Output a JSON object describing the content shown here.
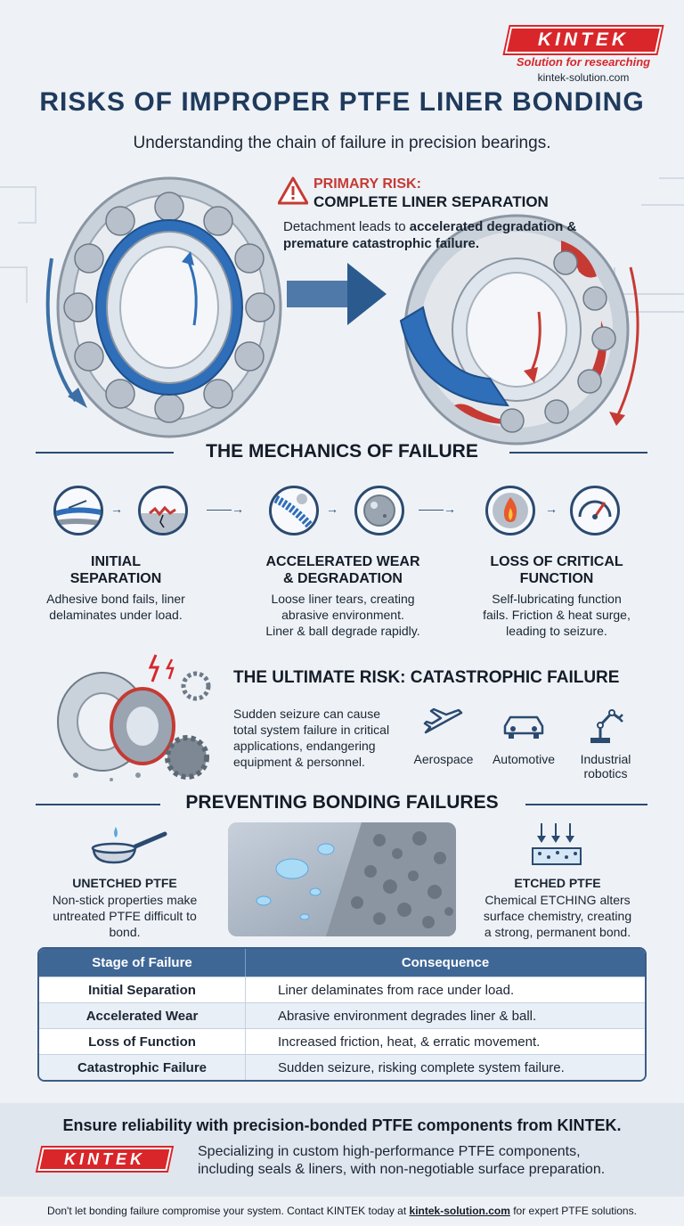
{
  "brand": {
    "logo_text": "KINTEK",
    "tagline": "Solution for researching",
    "website": "kintek-solution.com"
  },
  "header": {
    "title": "RISKS OF IMPROPER PTFE LINER BONDING",
    "subtitle": "Understanding the chain of failure in precision bearings."
  },
  "primary_risk": {
    "label": "PRIMARY RISK:",
    "title": "COMPLETE LINER SEPARATION",
    "desc_plain": "Detachment leads to",
    "desc_bold": "accelerated degradation & premature catastrophic failure."
  },
  "mechanics": {
    "title": "THE MECHANICS OF FAILURE",
    "steps": [
      {
        "title_1": "INITIAL",
        "title_2": "SEPARATION",
        "desc_1": "Adhesive bond fails, liner",
        "desc_2": "delaminates under load.",
        "desc_3": ""
      },
      {
        "title_1": "ACCELERATED WEAR",
        "title_2": "& DEGRADATION",
        "desc_1": "Loose liner tears, creating",
        "desc_2": "abrasive environment.",
        "desc_3": "Liner & ball degrade rapidly."
      },
      {
        "title_1": "LOSS OF CRITICAL",
        "title_2": "FUNCTION",
        "desc_1": "Self-lubricating function",
        "desc_2": "fails. Friction & heat surge,",
        "desc_3": "leading to seizure."
      }
    ]
  },
  "ultimate": {
    "title": "THE ULTIMATE RISK: CATASTROPHIC FAILURE",
    "desc_1": "Sudden seizure can cause",
    "desc_2": "total system failure in critical",
    "desc_3": "applications, endangering",
    "desc_4": "equipment & personnel.",
    "apps": [
      {
        "label": "Aerospace",
        "icon": "airplane-icon"
      },
      {
        "label": "Automotive",
        "icon": "car-icon"
      },
      {
        "label_1": "Industrial",
        "label_2": "robotics",
        "icon": "robot-arm-icon"
      }
    ]
  },
  "prevention": {
    "title": "PREVENTING BONDING FAILURES",
    "unetched": {
      "title": "UNETCHED PTFE",
      "desc_1": "Non-stick properties make",
      "desc_2": "untreated PTFE difficult to",
      "desc_3": "bond."
    },
    "etched": {
      "title": "ETCHED PTFE",
      "desc_1": "Chemical ETCHING alters",
      "desc_2": "surface chemistry, creating",
      "desc_3": "a strong, permanent bond."
    }
  },
  "table": {
    "headers": [
      "Stage of Failure",
      "Consequence"
    ],
    "rows": [
      [
        "Initial Separation",
        "Liner delaminates from race under load."
      ],
      [
        "Accelerated Wear",
        "Abrasive environment degrades liner & ball."
      ],
      [
        "Loss of Function",
        "Increased friction, heat, & erratic movement."
      ],
      [
        "Catastrophic Failure",
        "Sudden seizure, risking complete system failure."
      ]
    ]
  },
  "cta": {
    "headline": "Ensure reliability with precision-bonded PTFE components from KINTEK.",
    "desc_1": "Specializing in custom high-performance PTFE components,",
    "desc_2": "including seals & liners, with non-negotiable surface preparation.",
    "footer_plain_1": "Don't let bonding failure compromise your system. Contact KINTEK today at",
    "footer_link": "kintek-solution.com",
    "footer_plain_2": "for expert PTFE solutions."
  },
  "colors": {
    "accent_blue": "#2b4a70",
    "brand_red": "#d9262a",
    "header_blue": "#3f6796"
  }
}
